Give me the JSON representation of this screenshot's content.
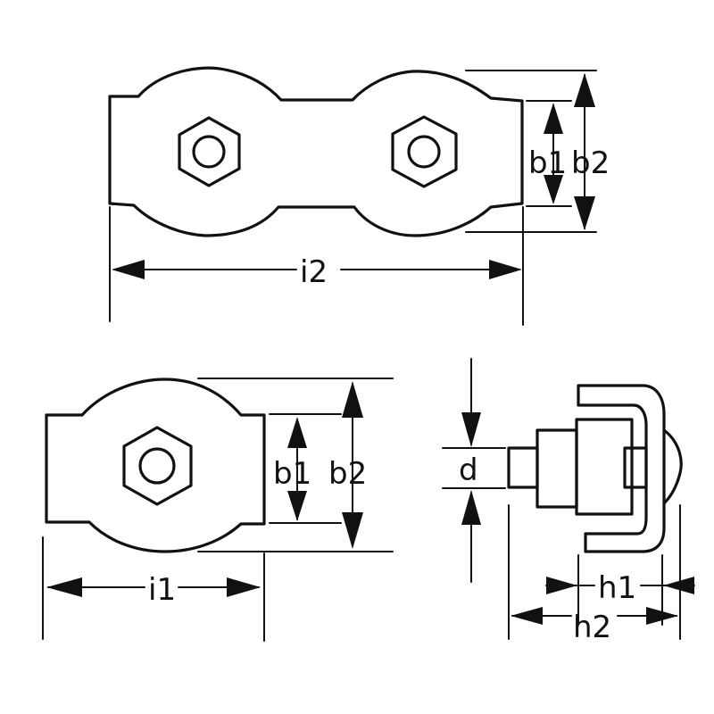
{
  "labels": {
    "top_b1": "b1",
    "top_b2": "b2",
    "top_i2": "i2",
    "left_b1": "b1",
    "left_b2": "b2",
    "left_i1": "i1",
    "side_d": "d",
    "side_h1": "h1",
    "side_h2": "h2"
  },
  "colors": {
    "ink": "#111111",
    "background": "#ffffff"
  }
}
